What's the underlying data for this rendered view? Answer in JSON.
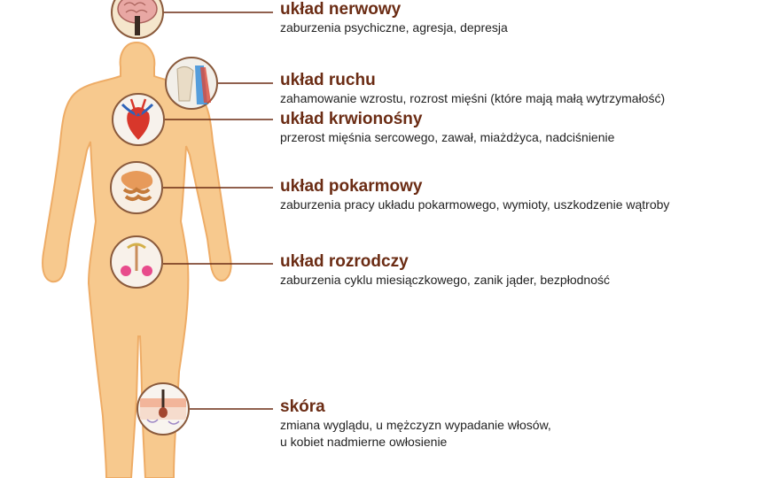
{
  "colors": {
    "heading": "#6b2c14",
    "text": "#222222",
    "skin_fill": "#f7c98e",
    "skin_shade": "#eeac66",
    "leader_line": "#6b2c14"
  },
  "systems": [
    {
      "id": "nerve",
      "title": "układ nerwowy",
      "desc": [
        "zaburzenia psychiczne, agresja, depresja"
      ],
      "icon": "brain-icon"
    },
    {
      "id": "motion",
      "title": "układ ruchu",
      "desc": [
        "zahamowanie wzrostu, rozrost mięśni (które mają małą wytrzymałość)"
      ],
      "icon": "bone-joint-icon"
    },
    {
      "id": "circ",
      "title": "układ krwionośny",
      "desc": [
        "przerost mięśnia sercowego, zawał, miażdżyca, nadciśnienie"
      ],
      "icon": "heart-icon"
    },
    {
      "id": "digest",
      "title": "układ pokarmowy",
      "desc": [
        "zaburzenia pracy układu pokarmowego, wymioty, uszkodzenie wątroby"
      ],
      "icon": "intestines-icon"
    },
    {
      "id": "repro",
      "title": "układ rozrodczy",
      "desc": [
        "zaburzenia cyklu miesiączkowego, zanik jąder, bezpłodność"
      ],
      "icon": "reproductive-organs-icon"
    },
    {
      "id": "skin",
      "title": "skóra",
      "desc": [
        "zmiana wyglądu, u mężczyzn wypadanie włosów,",
        "u kobiet nadmierne owłosienie"
      ],
      "icon": "skin-hair-icon"
    }
  ]
}
